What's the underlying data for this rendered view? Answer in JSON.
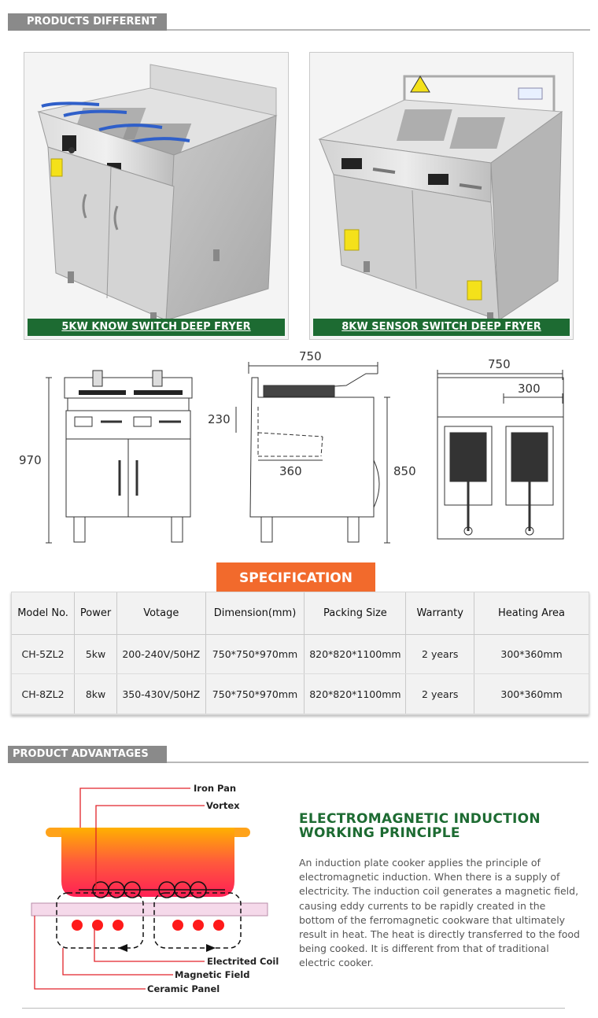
{
  "headers": {
    "products_different": "PRODUCTS DIFFERENT",
    "product_advantages": "PRODUCT ADVANTAGES"
  },
  "products": [
    {
      "caption": "5KW KNOW SWITCH DEEP FRYER"
    },
    {
      "caption": "8KW SENSOR SWITCH DEEP FRYER"
    }
  ],
  "dimensions": {
    "height": "970",
    "width_side": "750",
    "depth_230": "230",
    "depth_360": "360",
    "height_side": "850",
    "width_top": "750",
    "basket_300": "300"
  },
  "specification": {
    "title": "SPECIFICATION",
    "columns": [
      "Model No.",
      "Power",
      "Votage",
      "Dimension(mm)",
      "Packing Size",
      "Warranty",
      "Heating Area"
    ],
    "rows": [
      [
        "CH-5ZL2",
        "5kw",
        "200-240V/50HZ",
        "750*750*970mm",
        "820*820*1100mm",
        "2 years",
        "300*360mm"
      ],
      [
        "CH-8ZL2",
        "8kw",
        "350-430V/50HZ",
        "750*750*970mm",
        "820*820*1100mm",
        "2 years",
        "300*360mm"
      ]
    ]
  },
  "advantages": {
    "title_line1": "ELECTROMAGNETIC INDUCTION",
    "title_line2": "WORKING PRINCIPLE",
    "body": "An induction plate cooker applies the principle of electromagnetic induction. When there is a supply of electricity. The induction coil generates a magnetic field, causing eddy currents to be rapidly created in the bottom of the ferromagnetic cookware that ultimately result in heat. The heat is directly transferred to the food being cooked. It is different from that of traditional electric cooker.",
    "labels": {
      "iron_pan": "Iron Pan",
      "vortex": "Vortex",
      "electrited_coil": "Electrited Coil",
      "magnetic_field": "Magnetic Field",
      "ceramic_panel": "Ceramic Panel"
    }
  },
  "colors": {
    "green": "#1d6b32",
    "orange": "#f26a2c",
    "gray_tab": "#8a8a8a"
  }
}
